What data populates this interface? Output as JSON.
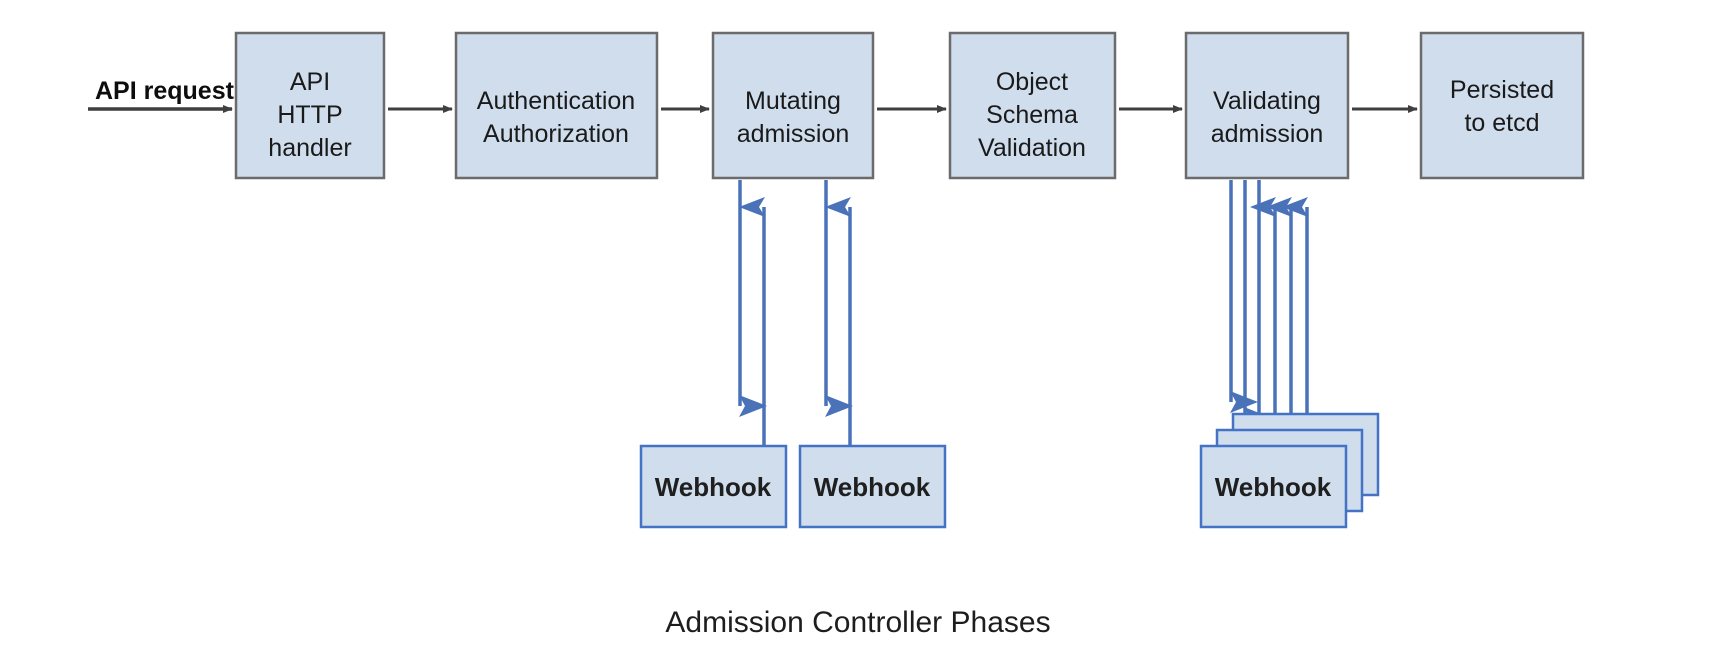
{
  "diagram": {
    "caption": "Admission Controller Phases",
    "entry_label": "API request",
    "colors": {
      "box_fill": "#cfdded",
      "box_stroke": "#6b6b6b",
      "webhook_fill": "#cfdded",
      "webhook_stroke": "#4472c4",
      "flow_arrow": "#3f3f3f",
      "webhook_arrow": "#4a72b8",
      "background": "#ffffff",
      "text": "#1a1a1a"
    },
    "phases": [
      {
        "id": "api-http-handler",
        "lines": [
          "API",
          "HTTP",
          "handler"
        ]
      },
      {
        "id": "authentication-authorization",
        "lines": [
          "Authentication",
          "Authorization"
        ]
      },
      {
        "id": "mutating-admission",
        "lines": [
          "Mutating",
          "admission"
        ]
      },
      {
        "id": "object-schema-validation",
        "lines": [
          "Object",
          "Schema",
          "Validation"
        ]
      },
      {
        "id": "validating-admission",
        "lines": [
          "Validating",
          "admission"
        ]
      },
      {
        "id": "persisted-to-etcd",
        "lines": [
          "Persisted",
          "to etcd"
        ]
      }
    ],
    "webhooks": [
      {
        "id": "mutating-webhook-1",
        "label": "Webhook",
        "attached_to": "mutating-admission"
      },
      {
        "id": "mutating-webhook-2",
        "label": "Webhook",
        "attached_to": "mutating-admission"
      },
      {
        "id": "validating-webhook-stack",
        "label": "Webhook",
        "attached_to": "validating-admission",
        "stack_count": 3
      }
    ],
    "flow_arrow_count": 5,
    "webhook_connection_kind": "bidirectional"
  }
}
